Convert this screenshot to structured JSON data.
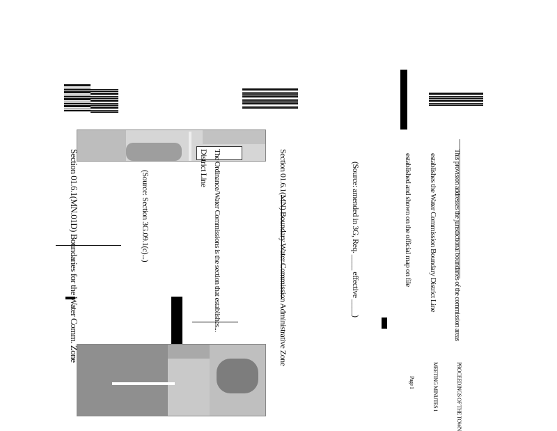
{
  "document": {
    "heading_left": "Section 01.6.1(MN.01D) Boundaries for the Water Comm. Zone",
    "source_left": "(Source: Section 3G.09.1(c)...)",
    "caption_middle": "The Ordinance/Water Commissions is the section that establishes...",
    "label_district": "District Line",
    "heading_center": "Section 01.6.1(MN) Boundary Water Commission Administrative Zone",
    "source_center": "(Source: amended in 3G, Req. ____ effective ____)",
    "right_para_1": "This provision addresses the jurisdictional boundaries of the commission areas",
    "right_para_2": "establishes the Water Commission Boundary District Line",
    "right_para_3": "established and shown on the official map on file",
    "side_label_1": "PROCEEDINGS OF THE TOWN",
    "side_label_2": "MEETING MINUTES 1",
    "side_label_3": "Page 1"
  }
}
